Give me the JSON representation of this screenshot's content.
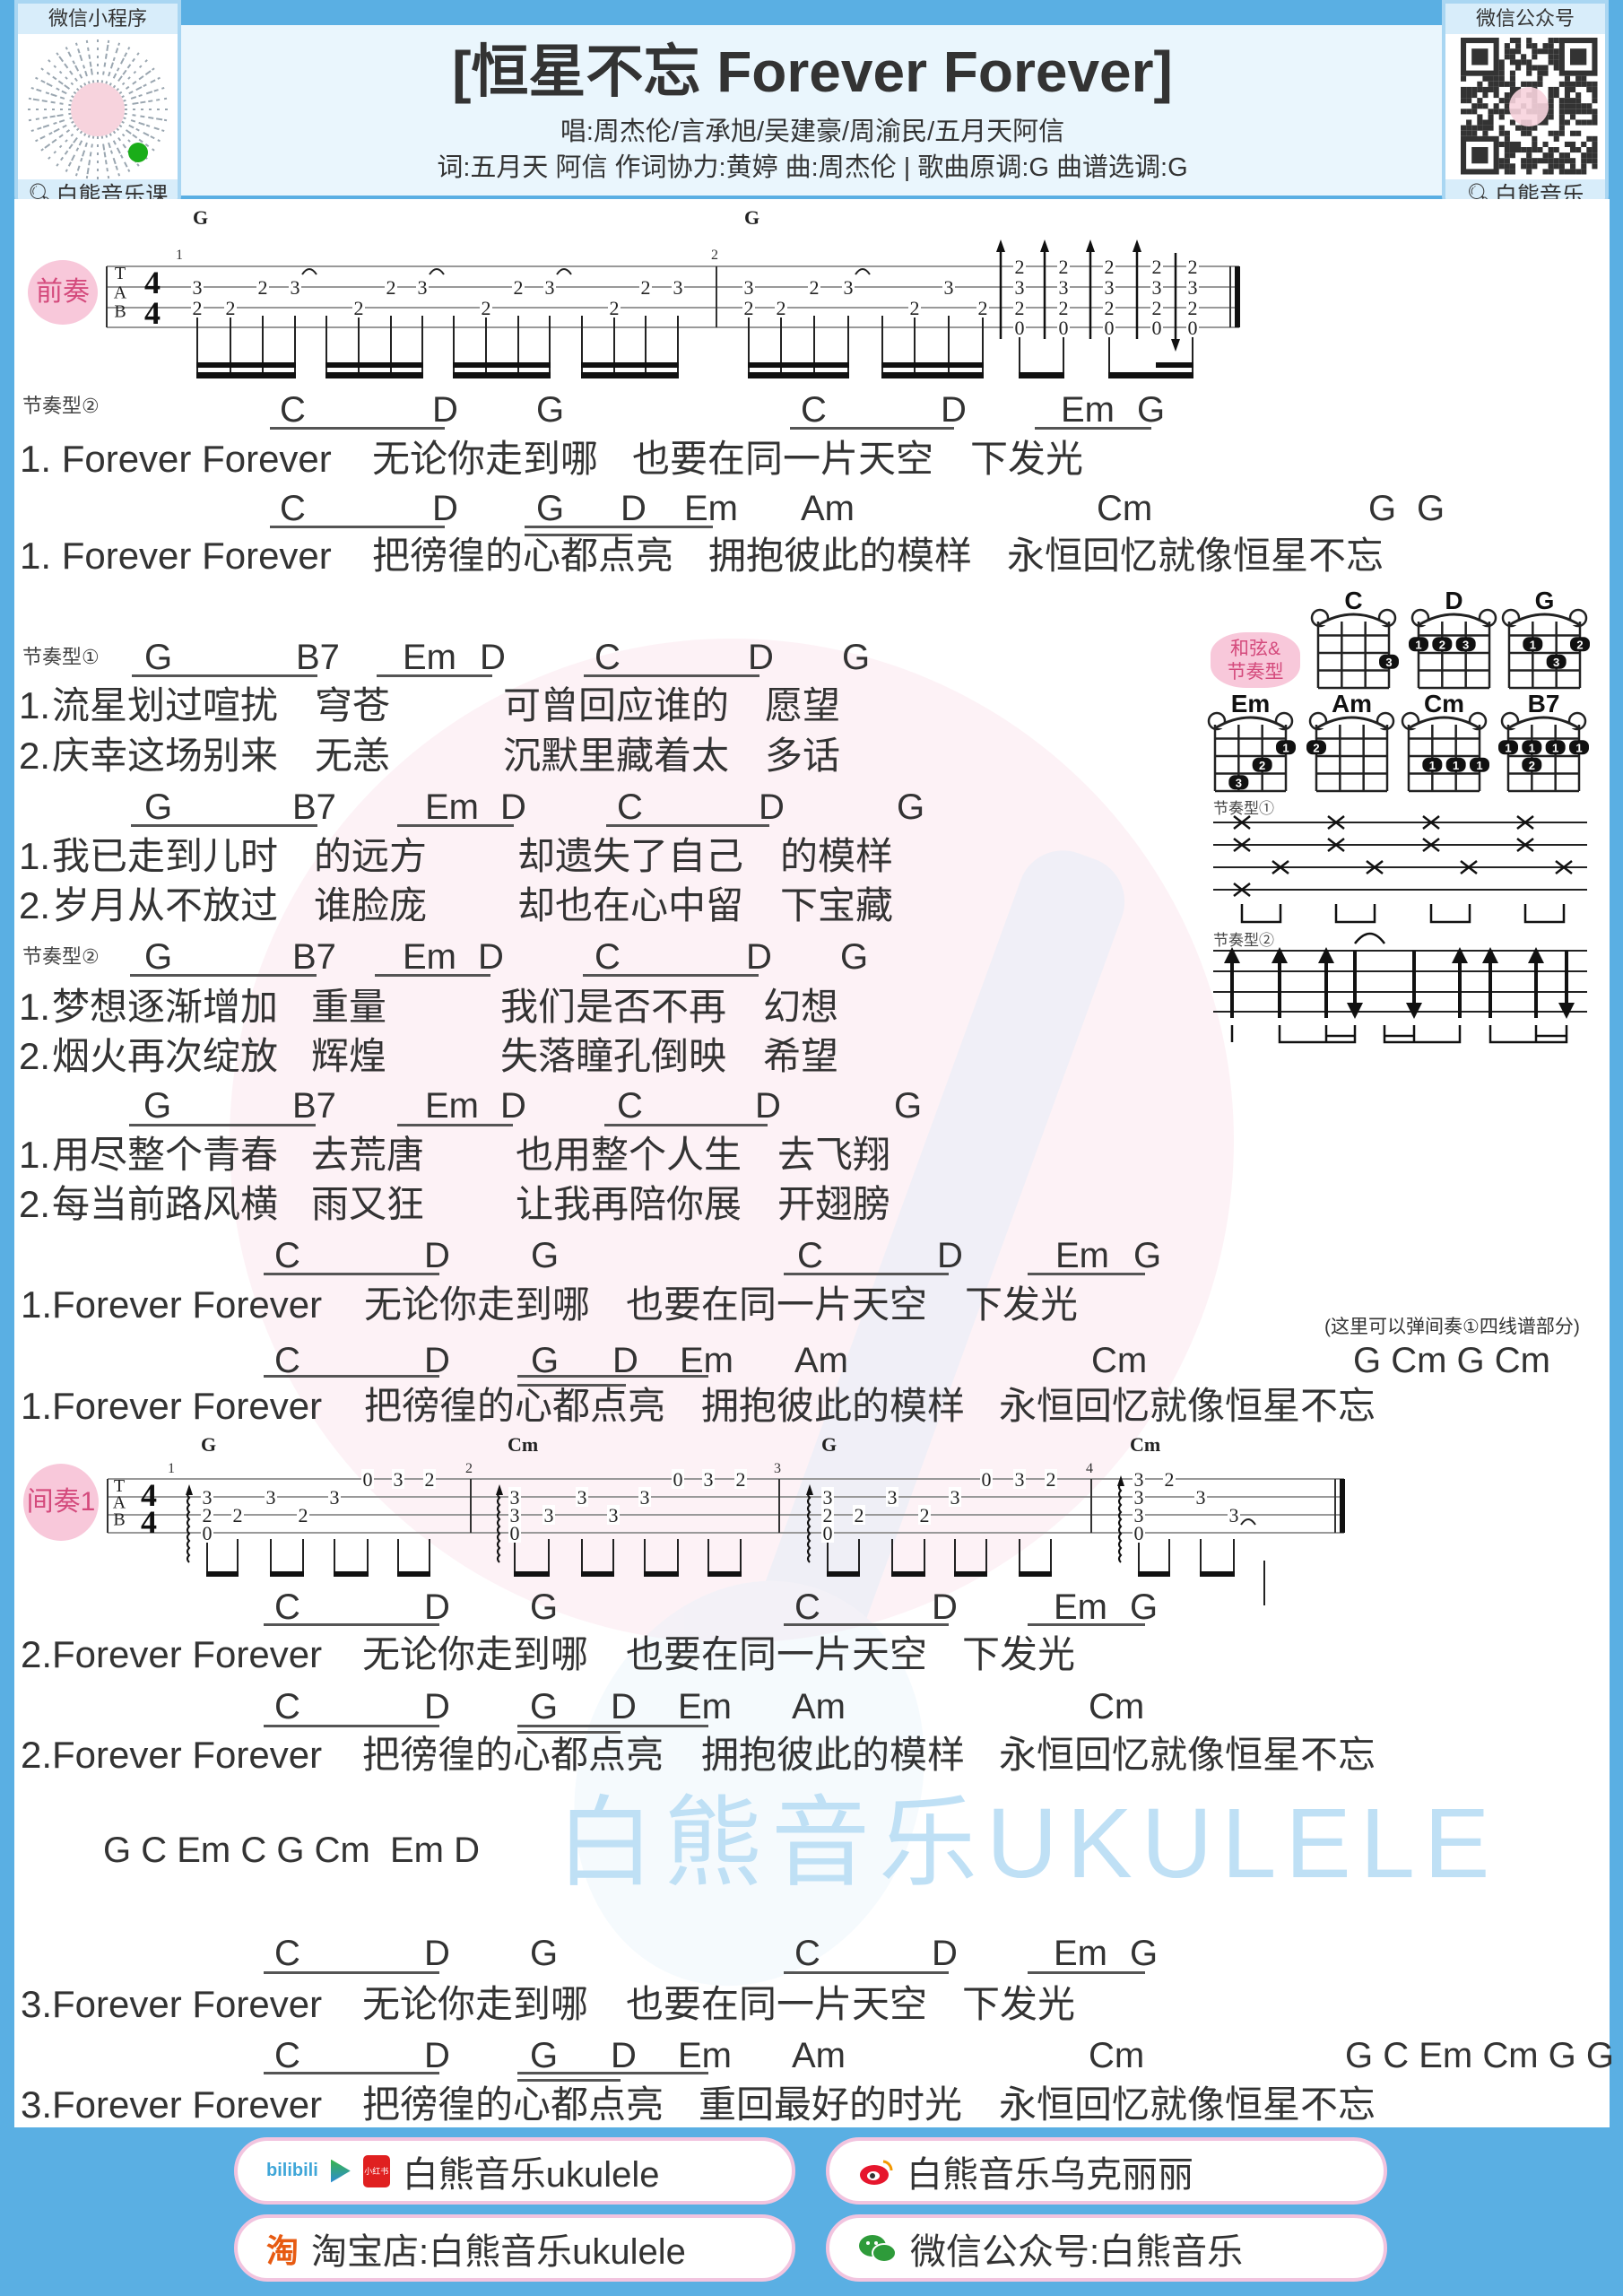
{
  "header": {
    "title": "[恒星不忘 Forever Forever]",
    "singers": "唱:周杰伦/言承旭/吴建豪/周渝民/五月天阿信",
    "credits": "词:五月天 阿信 作词协力:黄婷 曲:周杰伦 | 歌曲原调:G 曲谱选调:G",
    "left_card": {
      "top_label": "微信小程序",
      "bottom_label": "白熊音乐课",
      "icon": "search-icon"
    },
    "right_card": {
      "top_label": "微信公众号",
      "bottom_label": "白熊音乐",
      "icon": "search-icon"
    }
  },
  "intro_tab": {
    "label": "前奏",
    "chords": [
      "G",
      "G"
    ],
    "measure_numbers": [
      "1",
      "2"
    ],
    "time_signature": [
      "4",
      "4"
    ],
    "tab_letters": [
      "T",
      "A",
      "B"
    ],
    "columns": [
      [
        "",
        "3",
        "2",
        ""
      ],
      [
        "",
        "",
        "2",
        ""
      ],
      [
        "",
        "2",
        "",
        ""
      ],
      [
        "",
        "3",
        "",
        ""
      ],
      [
        "",
        "",
        "2",
        ""
      ],
      [
        "",
        "2",
        "",
        ""
      ],
      [
        "",
        "3",
        "",
        ""
      ],
      [
        "",
        "",
        "2",
        ""
      ],
      [
        "",
        "2",
        "",
        ""
      ],
      [
        "",
        "3",
        "",
        ""
      ],
      [
        "",
        "",
        "2",
        ""
      ],
      [
        "",
        "2",
        "",
        ""
      ],
      [
        "",
        "3",
        "",
        ""
      ],
      [
        "",
        "3",
        "2",
        ""
      ],
      [
        "",
        "",
        "2",
        ""
      ],
      [
        "",
        "2",
        "",
        ""
      ],
      [
        "",
        "3",
        "",
        ""
      ],
      [
        "",
        "",
        "2",
        ""
      ],
      [
        "",
        "3",
        "",
        ""
      ],
      [
        "",
        "",
        "2",
        ""
      ],
      [
        "2",
        "3",
        "2",
        "0"
      ],
      [
        "2",
        "3",
        "2",
        "0"
      ],
      [
        "2",
        "3",
        "2",
        "0"
      ],
      [
        "2",
        "3",
        "2",
        "0"
      ],
      [
        "2",
        "3",
        "2",
        "0"
      ]
    ]
  },
  "interlude_tab": {
    "label": "间奏1",
    "chords": [
      "G",
      "Cm",
      "G",
      "Cm"
    ],
    "measure_numbers": [
      "1",
      "2",
      "3",
      "4"
    ],
    "time_signature": [
      "4",
      "4"
    ],
    "tab_letters": [
      "T",
      "A",
      "B"
    ],
    "columns": [
      [
        "",
        "3",
        "2",
        "0"
      ],
      [
        "",
        "",
        "2",
        ""
      ],
      [
        "",
        "3",
        "",
        ""
      ],
      [
        "",
        "",
        "2",
        ""
      ],
      [
        "",
        "3",
        "",
        ""
      ],
      [
        "0",
        "",
        "",
        ""
      ],
      [
        "3",
        "",
        "",
        ""
      ],
      [
        "2",
        "",
        "",
        ""
      ],
      [
        "",
        "3",
        "3",
        "0"
      ],
      [
        "",
        "",
        "3",
        ""
      ],
      [
        "",
        "3",
        "",
        ""
      ],
      [
        "",
        "",
        "3",
        ""
      ],
      [
        "",
        "3",
        "",
        ""
      ],
      [
        "0",
        "",
        "",
        ""
      ],
      [
        "3",
        "",
        "",
        ""
      ],
      [
        "2",
        "",
        "",
        ""
      ],
      [
        "",
        "3",
        "2",
        "0"
      ],
      [
        "",
        "",
        "2",
        ""
      ],
      [
        "",
        "3",
        "",
        ""
      ],
      [
        "",
        "",
        "2",
        ""
      ],
      [
        "",
        "3",
        "",
        ""
      ],
      [
        "0",
        "",
        "",
        ""
      ],
      [
        "3",
        "",
        "",
        ""
      ],
      [
        "2",
        "",
        "",
        ""
      ],
      [
        "3",
        "3",
        "3",
        "0"
      ],
      [
        "2",
        "",
        "",
        ""
      ],
      [
        "",
        "3",
        "",
        ""
      ],
      [
        "",
        "",
        "3",
        ""
      ]
    ]
  },
  "blocks": [
    {
      "label": "节奏型②",
      "chords": [
        "C",
        "D",
        "G",
        "C",
        "D",
        "Em",
        "G"
      ],
      "lyrics": [
        [
          "1. Forever Forever",
          "无论你走到哪",
          "也要在同一片天空",
          "下发光"
        ]
      ]
    },
    {
      "chords": [
        "C",
        "D",
        "G",
        "D",
        "Em",
        "Am",
        "Cm",
        "G",
        "G"
      ],
      "lyrics": [
        [
          "1. Forever Forever",
          "把徬徨的心都点亮",
          "拥抱彼此的模样",
          "永恒回忆就像恒星不忘"
        ]
      ]
    },
    {
      "label": "节奏型①",
      "chords": [
        "G",
        "B7",
        "Em",
        "D",
        "C",
        "D",
        "G"
      ],
      "lyrics": [
        [
          "1.",
          "流星划过喧扰",
          "穹苍",
          "可曾回应谁的",
          "愿望"
        ],
        [
          "2.",
          "庆幸这场别来",
          "无恙",
          "沉默里藏着太",
          "多话"
        ]
      ]
    },
    {
      "chords": [
        "G",
        "B7",
        "Em",
        "D",
        "C",
        "D",
        "G"
      ],
      "lyrics": [
        [
          "1.",
          "我已走到儿时",
          "的远方",
          "却遗失了自己",
          "的模样"
        ],
        [
          "2.",
          "岁月从不放过",
          "谁脸庞",
          "却也在心中留",
          "下宝藏"
        ]
      ]
    },
    {
      "label": "节奏型②",
      "chords": [
        "G",
        "B7",
        "Em",
        "D",
        "C",
        "D",
        "G"
      ],
      "lyrics": [
        [
          "1.",
          "梦想逐渐增加",
          "重量",
          "我们是否不再",
          "幻想"
        ],
        [
          "2.",
          "烟火再次绽放",
          "辉煌",
          "失落瞳孔倒映",
          "希望"
        ]
      ]
    },
    {
      "chords": [
        "G",
        "B7",
        "Em",
        "D",
        "C",
        "D",
        "G"
      ],
      "lyrics": [
        [
          "1.",
          "用尽整个青春",
          "去荒唐",
          "也用整个人生",
          "去飞翔"
        ],
        [
          "2.",
          "每当前路风横",
          "雨又狂",
          "让我再陪你展",
          "开翅膀"
        ]
      ]
    },
    {
      "chords": [
        "C",
        "D",
        "G",
        "C",
        "D",
        "Em",
        "G"
      ],
      "lyrics": [
        [
          "1.Forever Forever",
          "无论你走到哪",
          "也要在同一片天空",
          "下发光"
        ]
      ]
    },
    {
      "chords": [
        "C",
        "D",
        "G",
        "D",
        "Em",
        "Am",
        "Cm",
        "G Cm G Cm"
      ],
      "lyrics": [
        [
          "1.Forever Forever",
          "把徬徨的心都点亮",
          "拥抱彼此的模样",
          "永恒回忆就像恒星不忘"
        ]
      ]
    },
    {
      "chords": [
        "C",
        "D",
        "G",
        "C",
        "D",
        "Em",
        "G"
      ],
      "lyrics": [
        [
          "2.Forever Forever",
          "无论你走到哪",
          "也要在同一片天空",
          "下发光"
        ]
      ]
    },
    {
      "chords": [
        "C",
        "D",
        "G",
        "D",
        "Em",
        "Am",
        "Cm"
      ],
      "lyrics": [
        [
          "2.Forever Forever",
          "把徬徨的心都点亮",
          "拥抱彼此的模样",
          "永恒回忆就像恒星不忘"
        ]
      ]
    },
    {
      "chords": [
        "G C Em C G Cm  Em D"
      ],
      "lyrics": []
    },
    {
      "chords": [
        "C",
        "D",
        "G",
        "C",
        "D",
        "Em",
        "G"
      ],
      "lyrics": [
        [
          "3.Forever Forever",
          "无论你走到哪",
          "也要在同一片天空",
          "下发光"
        ]
      ]
    },
    {
      "chords": [
        "C",
        "D",
        "G",
        "D",
        "Em",
        "Am",
        "Cm",
        "G C Em Cm G G"
      ],
      "lyrics": [
        [
          "3.Forever Forever",
          "把徬徨的心都点亮",
          "重回最好的时光",
          "永恒回忆就像恒星不忘"
        ]
      ]
    }
  ],
  "interlude_note": "(这里可以弹间奏①四线谱部分)",
  "chord_panel": {
    "label": [
      "和弦&",
      "节奏型"
    ],
    "chords": [
      {
        "name": "C",
        "dots": [
          {
            "string": 4,
            "fret": 3,
            "finger": "3"
          }
        ]
      },
      {
        "name": "D",
        "dots": [
          {
            "string": 1,
            "fret": 2,
            "finger": "1"
          },
          {
            "string": 2,
            "fret": 2,
            "finger": "2"
          },
          {
            "string": 3,
            "fret": 2,
            "finger": "3"
          }
        ]
      },
      {
        "name": "G",
        "dots": [
          {
            "string": 2,
            "fret": 2,
            "finger": "1"
          },
          {
            "string": 4,
            "fret": 2,
            "finger": "2"
          },
          {
            "string": 3,
            "fret": 3,
            "finger": "3"
          }
        ]
      },
      {
        "name": "Em",
        "dots": [
          {
            "string": 4,
            "fret": 2,
            "finger": "1"
          },
          {
            "string": 3,
            "fret": 3,
            "finger": "2"
          },
          {
            "string": 2,
            "fret": 4,
            "finger": "3"
          }
        ]
      },
      {
        "name": "Am",
        "dots": [
          {
            "string": 1,
            "fret": 2,
            "finger": "2"
          }
        ]
      },
      {
        "name": "Cm",
        "dots": [
          {
            "string": 2,
            "fret": 3,
            "finger": "1"
          },
          {
            "string": 3,
            "fret": 3,
            "finger": "1"
          },
          {
            "string": 4,
            "fret": 3,
            "finger": "1"
          }
        ]
      },
      {
        "name": "B7",
        "dots": [
          {
            "string": 1,
            "fret": 2,
            "finger": "1"
          },
          {
            "string": 2,
            "fret": 2,
            "finger": "1"
          },
          {
            "string": 3,
            "fret": 2,
            "finger": "1"
          },
          {
            "string": 4,
            "fret": 2,
            "finger": "1"
          },
          {
            "string": 2,
            "fret": 3,
            "finger": "2"
          }
        ]
      }
    ],
    "pattern1_label": "节奏型①",
    "pattern2_label": "节奏型②"
  },
  "watermark": "白熊音乐UKULELE",
  "footer": {
    "links": [
      {
        "icons": [
          "bilibili-logo",
          "play-logo",
          "xiaohongshu-logo"
        ],
        "logo_text": [
          "bilibili",
          "小红书"
        ],
        "text": "白熊音乐ukulele"
      },
      {
        "icons": [
          "weibo-logo"
        ],
        "text": "白熊音乐乌克丽丽"
      },
      {
        "icons": [
          "taobao-logo"
        ],
        "logo_text": [
          "淘"
        ],
        "text": "淘宝店:白熊音乐ukulele"
      },
      {
        "icons": [
          "wechat-logo"
        ],
        "text": "微信公众号:白熊音乐"
      }
    ]
  },
  "colors": {
    "frame_blue": "#5aafe3",
    "header_bg": "#eaf6fd",
    "label_pink": "#f8c8da",
    "pill_border": "#f2c4df"
  }
}
